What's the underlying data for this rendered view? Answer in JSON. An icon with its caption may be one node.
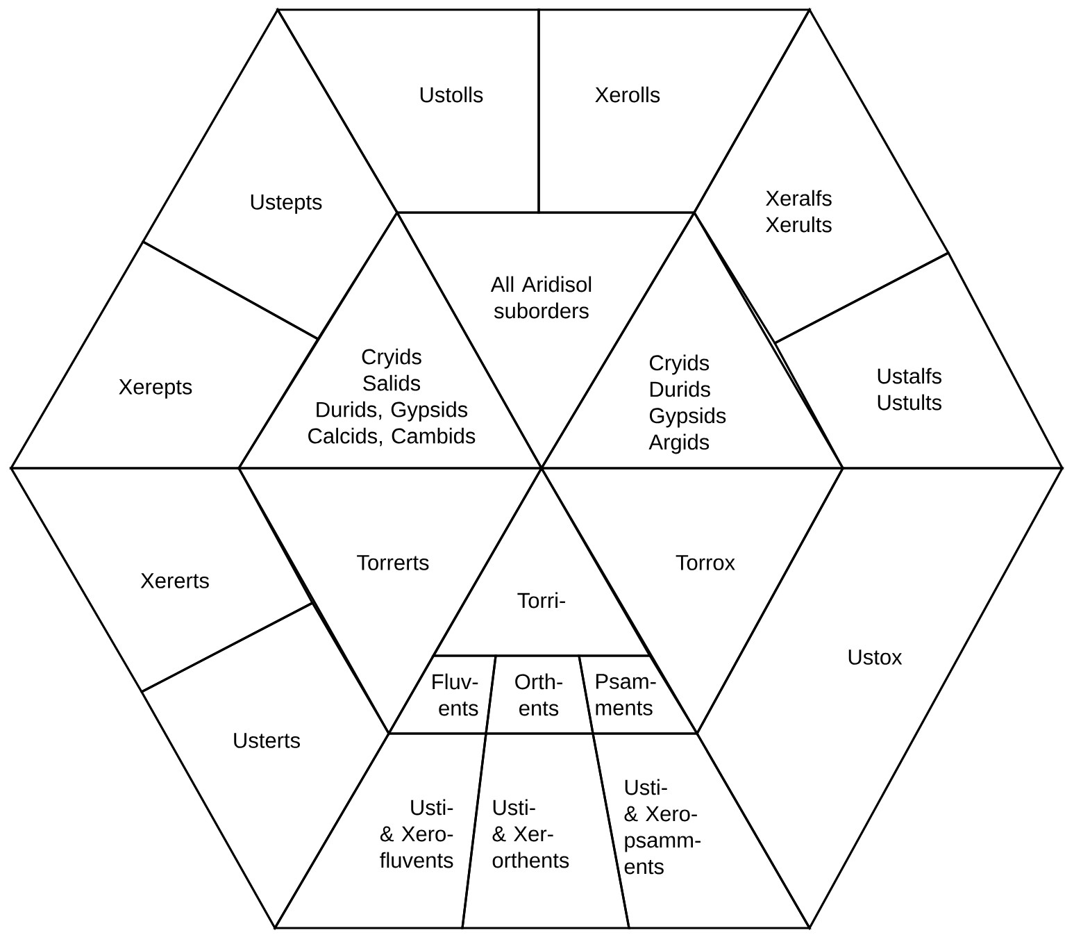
{
  "diagram": {
    "nodes": [
      {
        "text": [
          "Ustolls"
        ]
      },
      {
        "text": [
          "Xerolls"
        ]
      },
      {
        "text": [
          "Ustepts"
        ]
      },
      {
        "text": [
          "Xerepts"
        ]
      },
      {
        "text": [
          "All Aridisol suborders"
        ]
      },
      {
        "text": [
          "Cryids Salids Durids, Gypsids Calcids, Cambids"
        ]
      },
      {
        "text": [
          "Cryids Durids Gypsids Argids"
        ]
      },
      {
        "text": [
          "Xeralfs Xerults"
        ]
      },
      {
        "text": [
          "Ustalfs Ustults"
        ]
      },
      {
        "text": [
          "Xererts"
        ]
      },
      {
        "text": [
          "Torrerts"
        ]
      },
      {
        "text": [
          "Torri-"
        ]
      },
      {
        "text": [
          "Torrox"
        ]
      },
      {
        "text": [
          "Usterts"
        ]
      },
      {
        "text": [
          "Fluv- ents"
        ]
      },
      {
        "text": [
          "Orth- ents"
        ]
      },
      {
        "text": [
          "Psam- ments"
        ]
      },
      {
        "text": [
          "Ustox"
        ]
      },
      {
        "text": [
          "Usti- & Xero- fluvents"
        ]
      },
      {
        "text": [
          "Usti- & Xer- orthents"
        ]
      },
      {
        "text": [
          "Usti- & Xero- psamm- ents"
        ]
      }
    ]
  }
}
